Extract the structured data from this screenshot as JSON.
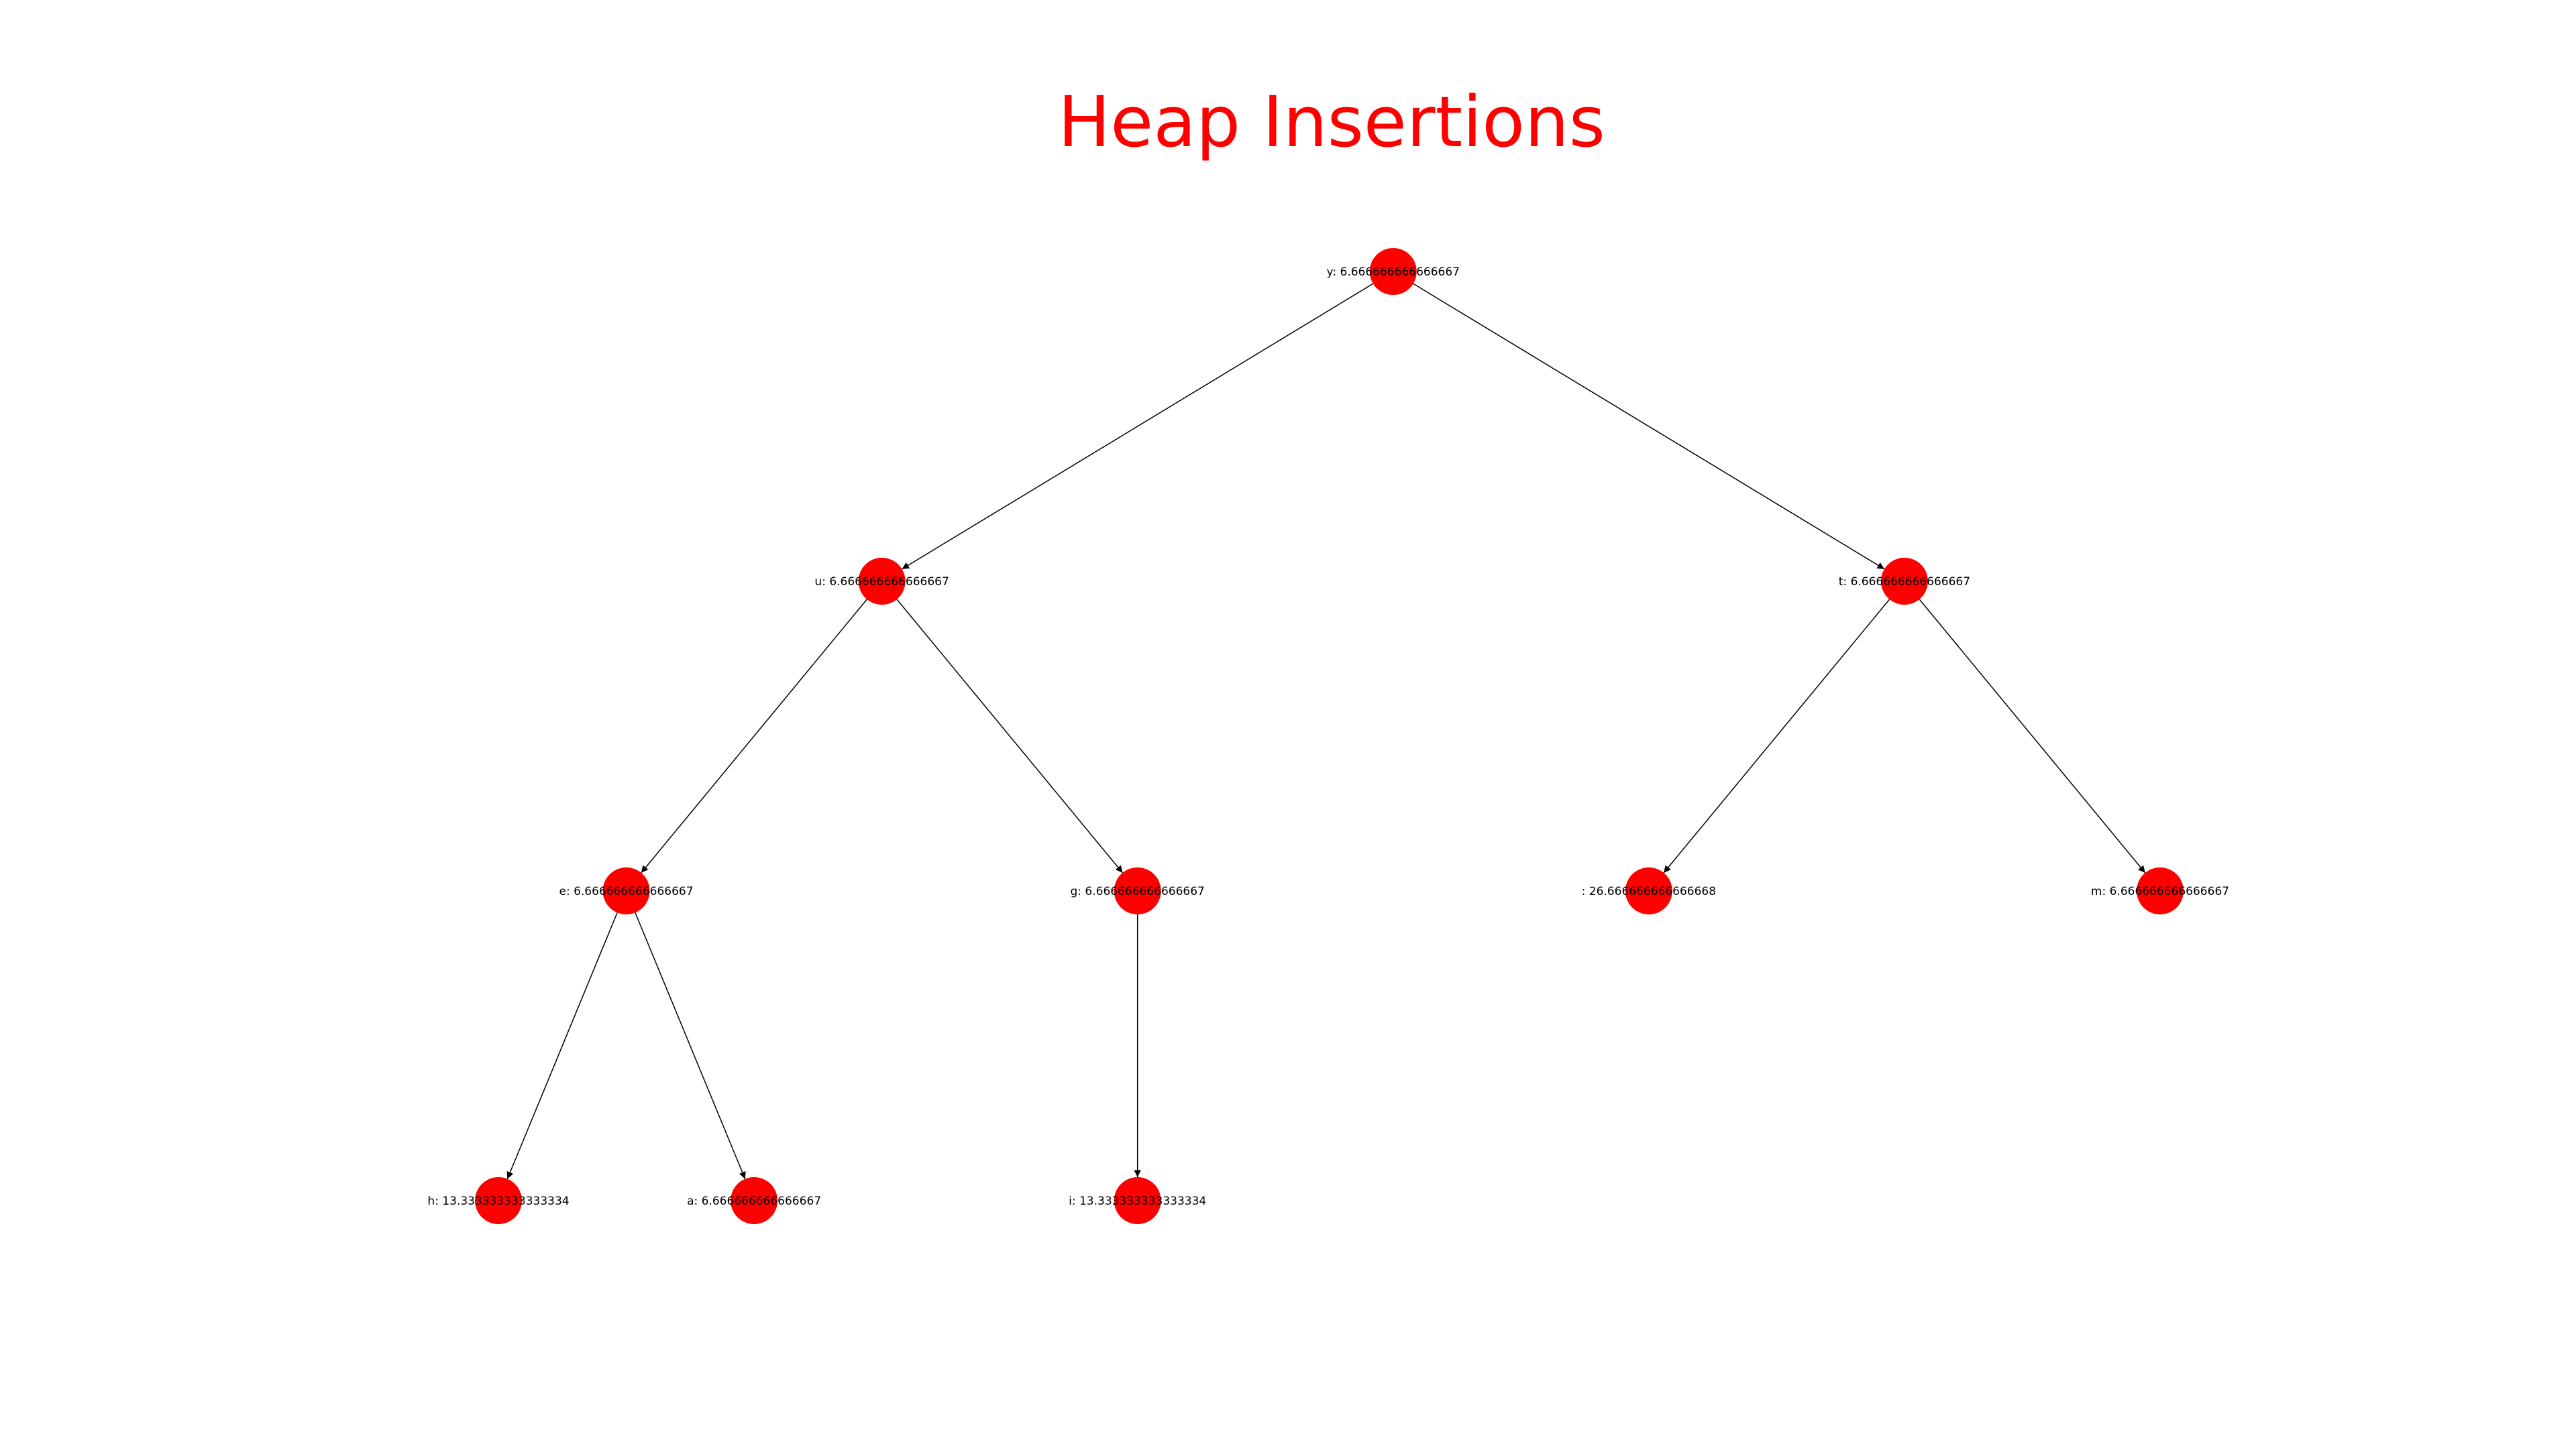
{
  "title": "Heap Insertions",
  "colors": {
    "node": "#ff0000",
    "title": "#ff0000",
    "edge": "#000000",
    "label": "#000000"
  },
  "tree": {
    "nodes": [
      {
        "id": "y",
        "label": "y: 6.666666666666667",
        "level": 0,
        "slot": 0.5
      },
      {
        "id": "u",
        "label": "u: 6.666666666666667",
        "level": 1,
        "slot": 0.25
      },
      {
        "id": "t",
        "label": "t: 6.666666666666667",
        "level": 1,
        "slot": 0.75
      },
      {
        "id": "e",
        "label": "e: 6.666666666666667",
        "level": 2,
        "slot": 0.125
      },
      {
        "id": "g",
        "label": "g: 6.666666666666667",
        "level": 2,
        "slot": 0.375
      },
      {
        "id": "sp",
        "label": ": 26.666666666666668",
        "level": 2,
        "slot": 0.625
      },
      {
        "id": "m",
        "label": "m: 6.666666666666667",
        "level": 2,
        "slot": 0.875
      },
      {
        "id": "h",
        "label": "h: 13.333333333333334",
        "level": 3,
        "slot": 0.0625
      },
      {
        "id": "a",
        "label": "a: 6.666666666666667",
        "level": 3,
        "slot": 0.1875
      },
      {
        "id": "i",
        "label": "i: 13.333333333333334",
        "level": 3,
        "slot": 0.375
      }
    ],
    "edges": [
      {
        "from": "y",
        "to": "u"
      },
      {
        "from": "y",
        "to": "t"
      },
      {
        "from": "u",
        "to": "e"
      },
      {
        "from": "u",
        "to": "g"
      },
      {
        "from": "t",
        "to": "sp"
      },
      {
        "from": "t",
        "to": "m"
      },
      {
        "from": "e",
        "to": "h"
      },
      {
        "from": "e",
        "to": "a"
      },
      {
        "from": "g",
        "to": "i"
      }
    ]
  }
}
